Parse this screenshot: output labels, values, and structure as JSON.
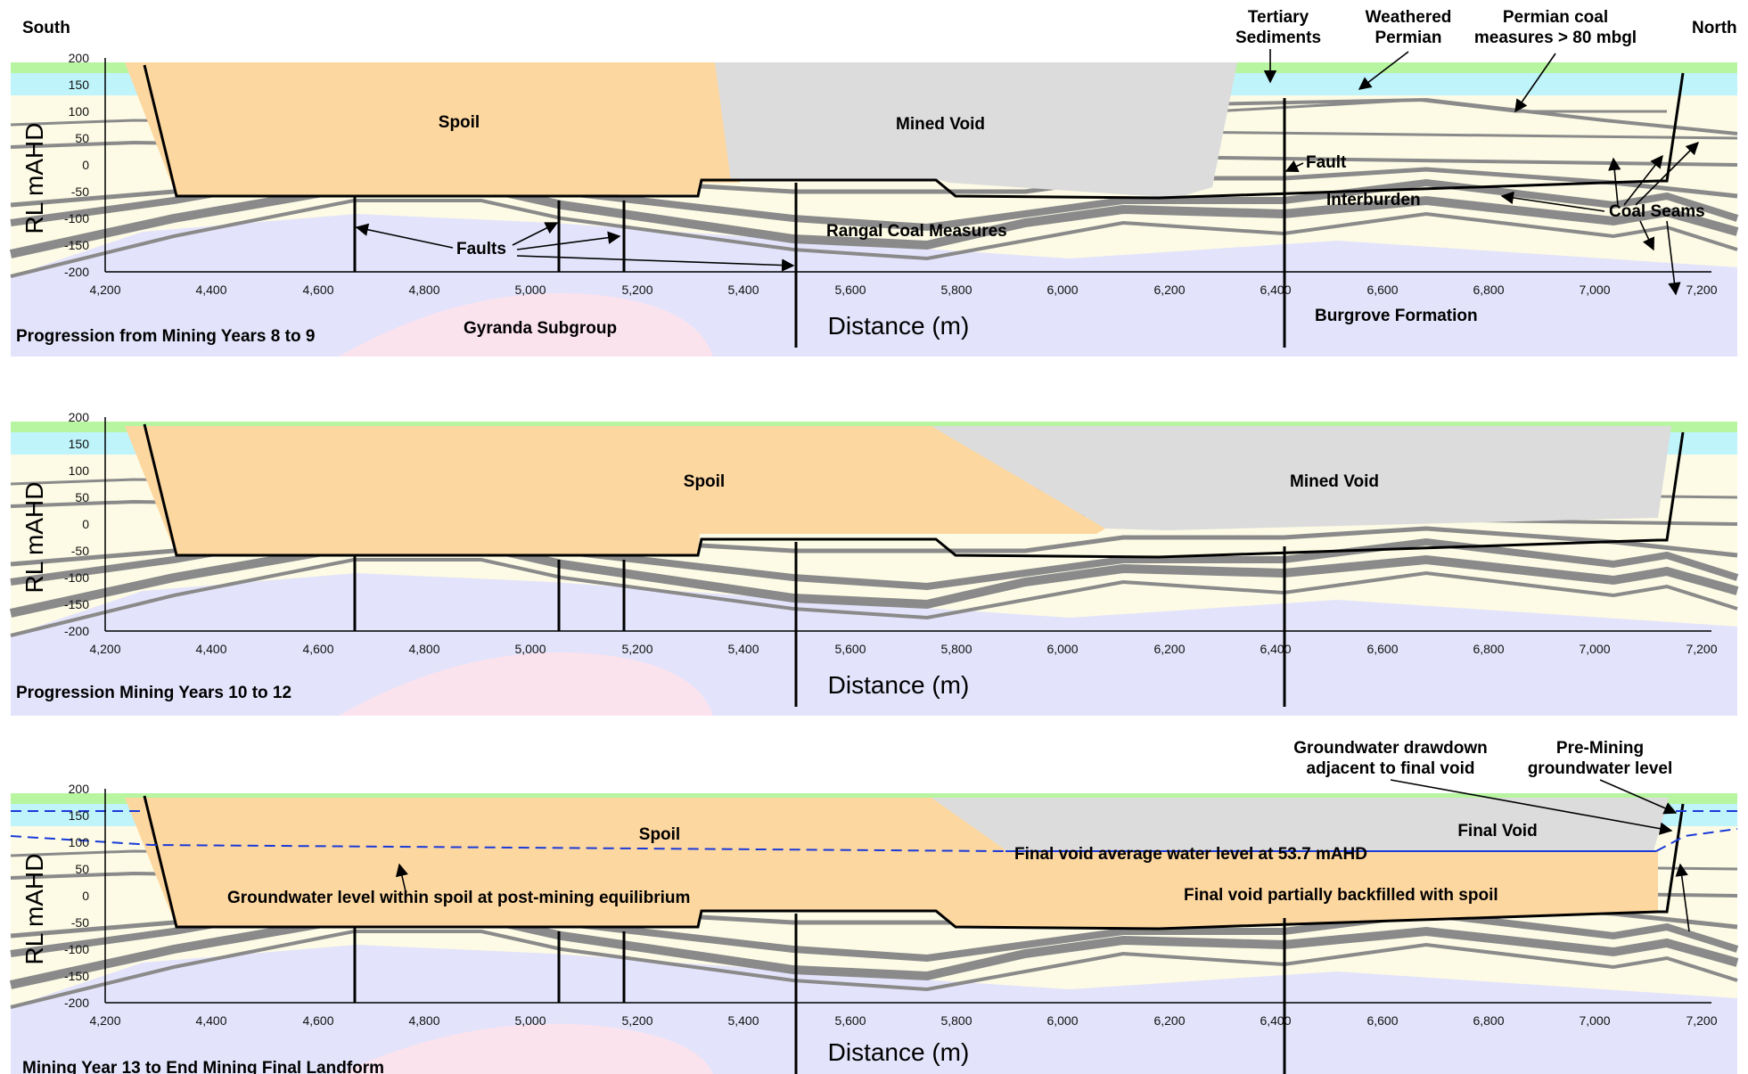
{
  "headers": {
    "south": "South",
    "north": "North",
    "tertiary": [
      "Tertiary",
      "Sediments"
    ],
    "weathered": [
      "Weathered",
      "Permian"
    ],
    "permian": [
      "Permian coal",
      "measures > 80 mbgl"
    ]
  },
  "axes": {
    "ylabel": "RL mAHD",
    "xlabel": "Distance (m)",
    "yticks": [
      "200",
      "150",
      "100",
      "50",
      "0",
      "-50",
      "-100",
      "-150",
      "-200"
    ],
    "xticks": [
      "4,200",
      "4,400",
      "4,600",
      "4,800",
      "5,000",
      "5,200",
      "5,400",
      "5,600",
      "5,800",
      "6,000",
      "6,200",
      "6,400",
      "6,600",
      "6,800",
      "7,000",
      "7,200"
    ]
  },
  "panel1": {
    "caption": "Progression from Mining Years 8 to 9",
    "spoil": "Spoil",
    "void": "Mined Void",
    "fault": "Fault",
    "interburden": "Interburden",
    "coal_seams": "Coal Seams",
    "faults": "Faults",
    "rangal": "Rangal Coal Measures",
    "gyranda": "Gyranda Subgroup",
    "burgrove": "Burgrove Formation"
  },
  "panel2": {
    "caption": "Progression Mining Years 10 to 12",
    "spoil": "Spoil",
    "void": "Mined Void"
  },
  "panel3": {
    "caption": "Mining Year 13 to End Mining Final Landform",
    "spoil": "Spoil",
    "final_void": "Final Void",
    "water_level": "Final void average water level at 53.7 mAHD",
    "gw_spoil": "Groundwater level within spoil at post-mining equilibrium",
    "backfill": "Final void partially backfilled with spoil",
    "drawdown": [
      "Groundwater drawdown",
      "adjacent to final void"
    ],
    "premining": [
      "Pre-Mining",
      "groundwater level"
    ]
  },
  "colors": {
    "spoil": "#fdd7a0",
    "void": "#dcdcdc",
    "tertiary": "#b7f5a0",
    "weathered": "#bff4fb",
    "coal_measures": "#fdfbe5",
    "burgrove": "#e3e3fb",
    "gyranda": "#fbe3ee",
    "coal_seam": "#8a8a8a",
    "water_line": "#1a3ad8"
  }
}
